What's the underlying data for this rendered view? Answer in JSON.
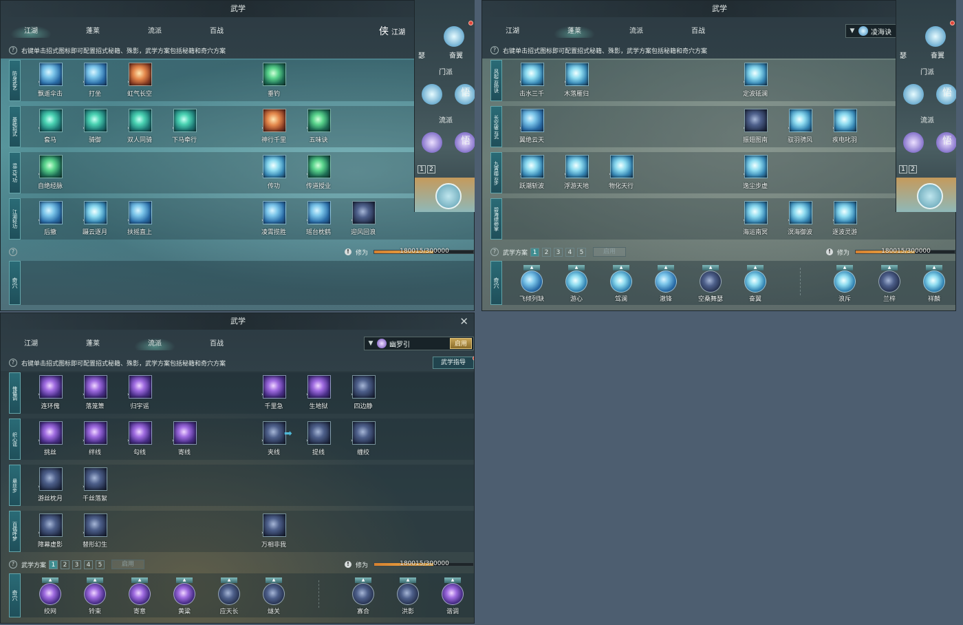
{
  "panels": [
    {
      "title": "武学",
      "tabs": [
        "江湖",
        "蓬莱",
        "流派",
        "百战"
      ],
      "tip": "右键单击招式图标即可配置招式秘籍、殊影，武学方案包括秘籍和奇穴方案",
      "school": {
        "glyph": "侠",
        "name": "江湖"
      },
      "rows": [
        {
          "cat": "防身武艺",
          "skills": [
            "飘遥伞击",
            "打坐",
            "虹气长空",
            "",
            "",
            "垂钓"
          ],
          "icons": [
            "blue",
            "blue",
            "orange",
            "",
            "",
            "green"
          ]
        },
        {
          "cat": "基础招式",
          "skills": [
            "套马",
            "骑御",
            "双人同骑",
            "下马牵行",
            "",
            "神行千里",
            "五味诀"
          ],
          "icons": [
            "teal",
            "teal",
            "teal",
            "teal",
            "",
            "orange",
            "green"
          ]
        },
        {
          "cat": "混元气功",
          "skills": [
            "自绝经脉",
            "",
            "",
            "",
            "",
            "传功",
            "传道授业"
          ],
          "icons": [
            "green",
            "",
            "",
            "",
            "",
            "sky",
            "green"
          ]
        },
        {
          "cat": "江湖轻功",
          "skills": [
            "后撤",
            "蹑云逐月",
            "扶摇直上",
            "",
            "",
            "凌霄揽胜",
            "瑶台枕鹤",
            "迎风回浪"
          ],
          "icons": [
            "blue",
            "sky",
            "blue",
            "",
            "",
            "blue",
            "blue",
            "dark"
          ]
        }
      ],
      "xiuwei_label": "修为",
      "xiuwei_value": "180015/300000",
      "xiuwei_fraction": 0.6,
      "qixue_label": "奇穴"
    },
    {
      "title": "武学",
      "tabs": [
        "江湖",
        "蓬莱",
        "流派",
        "百战"
      ],
      "tip": "右键单击招式图标即可配置招式秘籍、殊影，武学方案包括秘籍和奇穴方案",
      "dropdown": "凌海诀",
      "rows": [
        {
          "cat": "风起云扬诀",
          "skills": [
            "击水三千",
            "木落雁归",
            "",
            "",
            "",
            "定波砥澜"
          ],
          "icons": [
            "sky",
            "sky",
            "",
            "",
            "",
            "sky"
          ]
        },
        {
          "cat": "长空破云式",
          "skills": [
            "翼绝云天",
            "",
            "",
            "",
            "",
            "振翅图南",
            "驭羽骋风",
            "疾电叱羽"
          ],
          "icons": [
            "blue",
            "",
            "",
            "",
            "",
            "dark",
            "sky",
            "sky"
          ]
        },
        {
          "cat": "九霄踏云步",
          "skills": [
            "跃潮斩波",
            "浮游天地",
            "物化天行",
            "",
            "",
            "逸尘步虚"
          ],
          "icons": [
            "sky",
            "sky",
            "sky",
            "",
            "",
            "sky"
          ]
        },
        {
          "cat": "碧海缥缈掌",
          "skills": [
            "",
            "",
            "",
            "",
            "",
            "海运南冥",
            "溟海御波",
            "逐波灵游"
          ],
          "icons": [
            "",
            "",
            "",
            "",
            "",
            "sky",
            "sky",
            "sky"
          ]
        }
      ],
      "plan_label": "武学方案",
      "plans": [
        "1",
        "2",
        "3",
        "4",
        "5"
      ],
      "plan_enable": "启用",
      "xiuwei_label": "修为",
      "xiuwei_value": "180015/300000",
      "xiuwei_fraction": 0.6,
      "qixue_label": "奇穴",
      "qixue": [
        "飞倾列缺",
        "游心",
        "驾澜",
        "澈锋",
        "空桑舞瑟",
        "奋翼",
        "",
        "浪斥",
        "兰梓",
        "祥麟"
      ],
      "qixue_icons": [
        "blue",
        "sky",
        "sky",
        "blue",
        "dark",
        "sky",
        "",
        "sky",
        "dark",
        "sky"
      ]
    },
    {
      "title": "武学",
      "tabs": [
        "江湖",
        "蓬莱",
        "流派",
        "百战"
      ],
      "tip": "右键单击招式图标即可配置招式秘籍、殊影，武学方案包括秘籍和奇穴方案",
      "dropdown": "幽罗引",
      "dropdown_btn": "启用",
      "guide": "武学指导",
      "rows": [
        {
          "cat": "傀儡调",
          "skills": [
            "连环傀",
            "落笼箫",
            "归宇谣",
            "",
            "",
            "千里急",
            "生地狱",
            "四边静"
          ],
          "icons": [
            "purple",
            "purple",
            "purple",
            "",
            "",
            "purple",
            "purple",
            "dark"
          ]
        },
        {
          "cat": "织心谣",
          "skills": [
            "挑丝",
            "绊线",
            "勾线",
            "寄线",
            "",
            "夹线",
            "提线",
            "缠绞"
          ],
          "icons": [
            "purple",
            "purple",
            "purple",
            "purple",
            "",
            "dark",
            "dark",
            "dark"
          ]
        },
        {
          "cat": "悬丝步",
          "skills": [
            "游丝枕月",
            "千丝落絮"
          ],
          "icons": [
            "dark",
            "dark"
          ]
        },
        {
          "cat": "百偶呼梦",
          "skills": [
            "障幕虚影",
            "替形幻生",
            "",
            "",
            "",
            "万相非我"
          ],
          "icons": [
            "dark",
            "dark",
            "",
            "",
            "",
            "dark"
          ]
        }
      ],
      "plan_label": "武学方案",
      "plans": [
        "1",
        "2",
        "3",
        "4",
        "5"
      ],
      "plan_enable": "启用",
      "xiuwei_label": "修为",
      "xiuwei_value": "180015/300000",
      "xiuwei_fraction": 0.6,
      "qixue_label": "奇穴",
      "qixue": [
        "绞网",
        "铃束",
        "寄意",
        "黄粱",
        "应天长",
        "燧关",
        "",
        "寡合",
        "洪影",
        "谐调"
      ],
      "qixue_icons": [
        "purple",
        "purple",
        "purple",
        "purple",
        "dark",
        "dark",
        "",
        "dark",
        "dark",
        "purple"
      ]
    }
  ],
  "overlay": {
    "top_labels": [
      "瑟",
      "奋翼"
    ],
    "sect_label": "门派",
    "style_label": "流派",
    "wu_label": "悟",
    "pages": [
      "1",
      "2"
    ]
  },
  "colors": {
    "accent": "#3f8d90",
    "xiuwei": "#e8a23f",
    "badge": "#e0463a"
  }
}
